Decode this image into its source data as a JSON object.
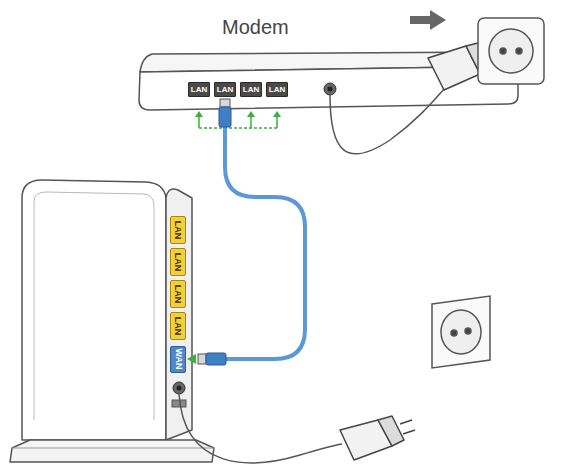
{
  "diagram": {
    "nodes": [
      {
        "text": [
          "Modem"
        ]
      },
      {
        "text": [
          "LAN"
        ],
        "in": 0
      },
      {
        "text": [
          "LAN"
        ],
        "in": 0
      },
      {
        "text": [
          "LAN"
        ],
        "in": 0
      },
      {
        "text": [
          "LAN"
        ],
        "in": 0
      },
      {
        "text": [
          "LAN"
        ]
      },
      {
        "text": [
          "LAN"
        ]
      },
      {
        "text": [
          "LAN"
        ]
      },
      {
        "text": [
          "LAN"
        ]
      },
      {
        "text": [
          "WAN"
        ]
      }
    ],
    "edges": [
      {
        "from": 2,
        "to": 9,
        "arrow": "to"
      }
    ]
  }
}
